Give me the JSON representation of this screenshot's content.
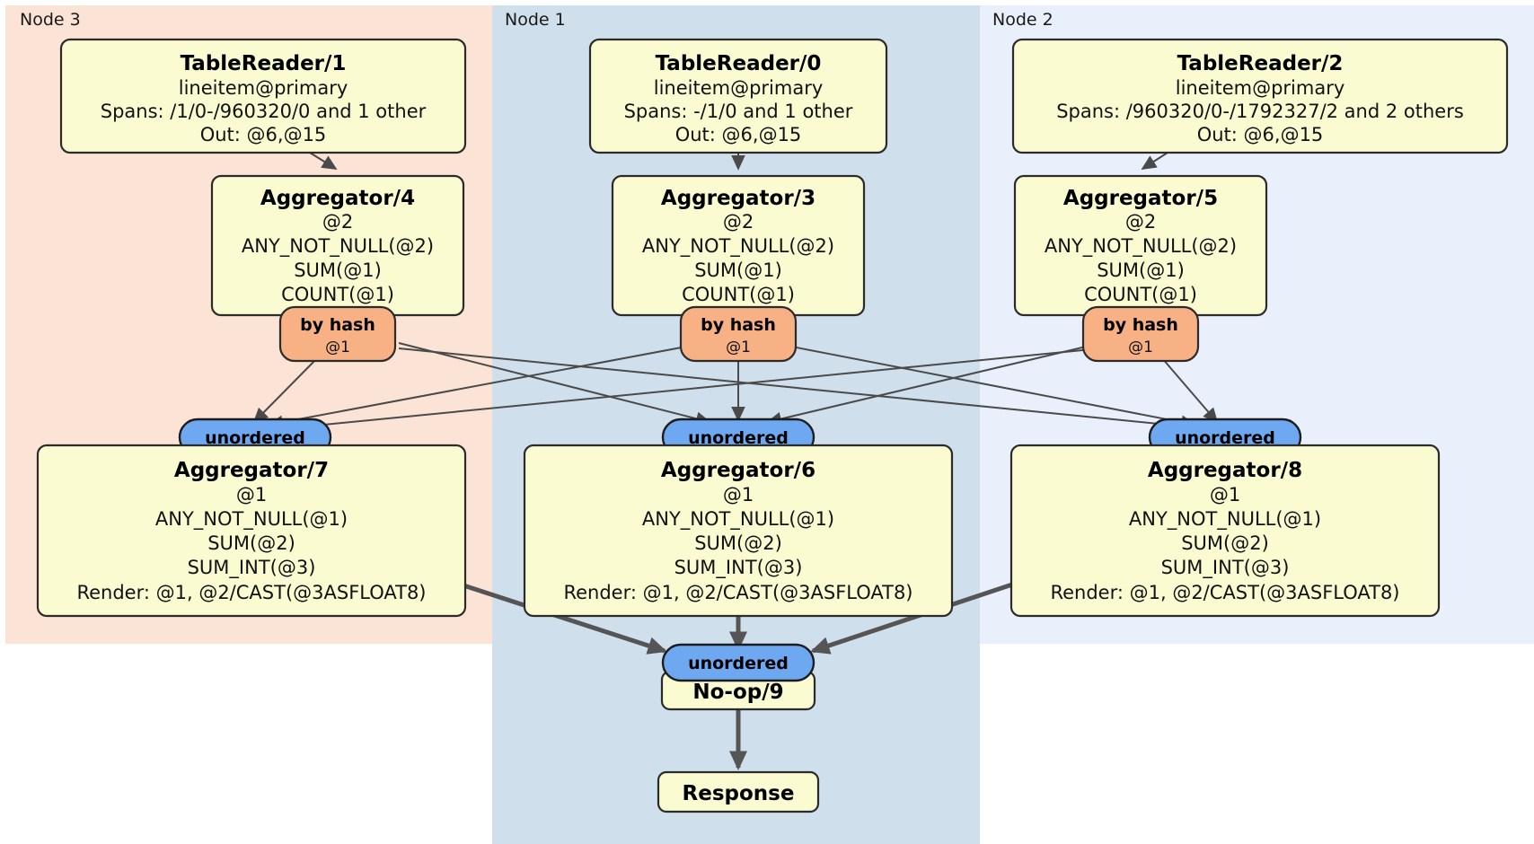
{
  "diagram": {
    "type": "distributed-query-plan",
    "colors": {
      "node3_panel": "#fbe3d5",
      "node1_panel": "#cfdfec",
      "node2_panel": "#eaf0fb",
      "proc_box": "#fbfbd2",
      "by_hash_pill": "#f7b184",
      "unordered_pill": "#6ea8f0",
      "edge": "#4a4a4a"
    },
    "panels": [
      {
        "id": "node3",
        "label": "Node 3"
      },
      {
        "id": "node1",
        "label": "Node 1"
      },
      {
        "id": "node2",
        "label": "Node 2"
      }
    ],
    "boxes": {
      "tr1": {
        "title": "TableReader/1",
        "lines": [
          "lineitem@primary",
          "Spans: /1/0-/960320/0 and 1 other",
          "Out: @6,@15"
        ]
      },
      "tr0": {
        "title": "TableReader/0",
        "lines": [
          "lineitem@primary",
          "Spans: -/1/0 and 1 other",
          "Out: @6,@15"
        ]
      },
      "tr2": {
        "title": "TableReader/2",
        "lines": [
          "lineitem@primary",
          "Spans: /960320/0-/1792327/2 and 2 others",
          "Out: @6,@15"
        ]
      },
      "agg4": {
        "title": "Aggregator/4",
        "lines": [
          "@2",
          "ANY_NOT_NULL(@2)",
          "SUM(@1)",
          "COUNT(@1)"
        ]
      },
      "agg3": {
        "title": "Aggregator/3",
        "lines": [
          "@2",
          "ANY_NOT_NULL(@2)",
          "SUM(@1)",
          "COUNT(@1)"
        ]
      },
      "agg5": {
        "title": "Aggregator/5",
        "lines": [
          "@2",
          "ANY_NOT_NULL(@2)",
          "SUM(@1)",
          "COUNT(@1)"
        ]
      },
      "agg7": {
        "title": "Aggregator/7",
        "lines": [
          "@1",
          "ANY_NOT_NULL(@1)",
          "SUM(@2)",
          "SUM_INT(@3)",
          "Render: @1, @2/CAST(@3ASFLOAT8)"
        ]
      },
      "agg6": {
        "title": "Aggregator/6",
        "lines": [
          "@1",
          "ANY_NOT_NULL(@1)",
          "SUM(@2)",
          "SUM_INT(@3)",
          "Render: @1, @2/CAST(@3ASFLOAT8)"
        ]
      },
      "agg8": {
        "title": "Aggregator/8",
        "lines": [
          "@1",
          "ANY_NOT_NULL(@1)",
          "SUM(@2)",
          "SUM_INT(@3)",
          "Render: @1, @2/CAST(@3ASFLOAT8)"
        ]
      },
      "noop9": {
        "title": "No-op/9",
        "lines": []
      },
      "response": {
        "title": "Response",
        "lines": []
      }
    },
    "pills": {
      "hash_left": {
        "title": "by hash",
        "sub": "@1"
      },
      "hash_mid": {
        "title": "by hash",
        "sub": "@1"
      },
      "hash_right": {
        "title": "by hash",
        "sub": "@1"
      },
      "unordered_left": {
        "title": "unordered"
      },
      "unordered_mid": {
        "title": "unordered"
      },
      "unordered_right": {
        "title": "unordered"
      },
      "unordered_final": {
        "title": "unordered"
      }
    }
  }
}
